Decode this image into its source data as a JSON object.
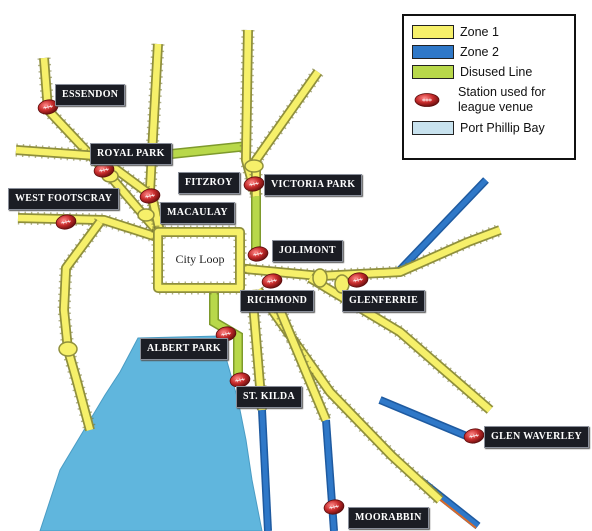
{
  "legend": {
    "zone1": {
      "label": "Zone 1",
      "color": "#f6f06a"
    },
    "zone2": {
      "label": "Zone 2",
      "color": "#2f78c8"
    },
    "disused": {
      "label": "Disused Line",
      "color": "#b8d84a"
    },
    "venue": {
      "label": "Station used for league venue",
      "icon": "football-icon",
      "color": "#c62b2b"
    },
    "bay": {
      "label": "Port Phillip Bay",
      "color": "#c8e2ee"
    }
  },
  "map": {
    "bay_color": "#60b6dd",
    "track_outline": "#8f8f3c",
    "city_loop_label": "City Loop"
  },
  "stations": [
    {
      "id": "essendon",
      "label": "ESSENDON",
      "venue": true
    },
    {
      "id": "royal-park",
      "label": "ROYAL PARK",
      "venue": true
    },
    {
      "id": "west-footscray",
      "label": "WEST FOOTSCRAY",
      "venue": true
    },
    {
      "id": "fitzroy",
      "label": "FITZROY",
      "venue": true
    },
    {
      "id": "victoria-park",
      "label": "VICTORIA PARK",
      "venue": true
    },
    {
      "id": "macaulay",
      "label": "MACAULAY",
      "venue": true
    },
    {
      "id": "jolimont",
      "label": "JOLIMONT",
      "venue": true
    },
    {
      "id": "richmond",
      "label": "RICHMOND",
      "venue": true
    },
    {
      "id": "glenferrie",
      "label": "GLENFERRIE",
      "venue": true
    },
    {
      "id": "albert-park",
      "label": "ALBERT PARK",
      "venue": true
    },
    {
      "id": "st-kilda",
      "label": "ST. KILDA",
      "venue": true
    },
    {
      "id": "glen-waverley",
      "label": "GLEN WAVERLEY",
      "venue": true
    },
    {
      "id": "moorabbin",
      "label": "MOORABBIN",
      "venue": true
    }
  ]
}
